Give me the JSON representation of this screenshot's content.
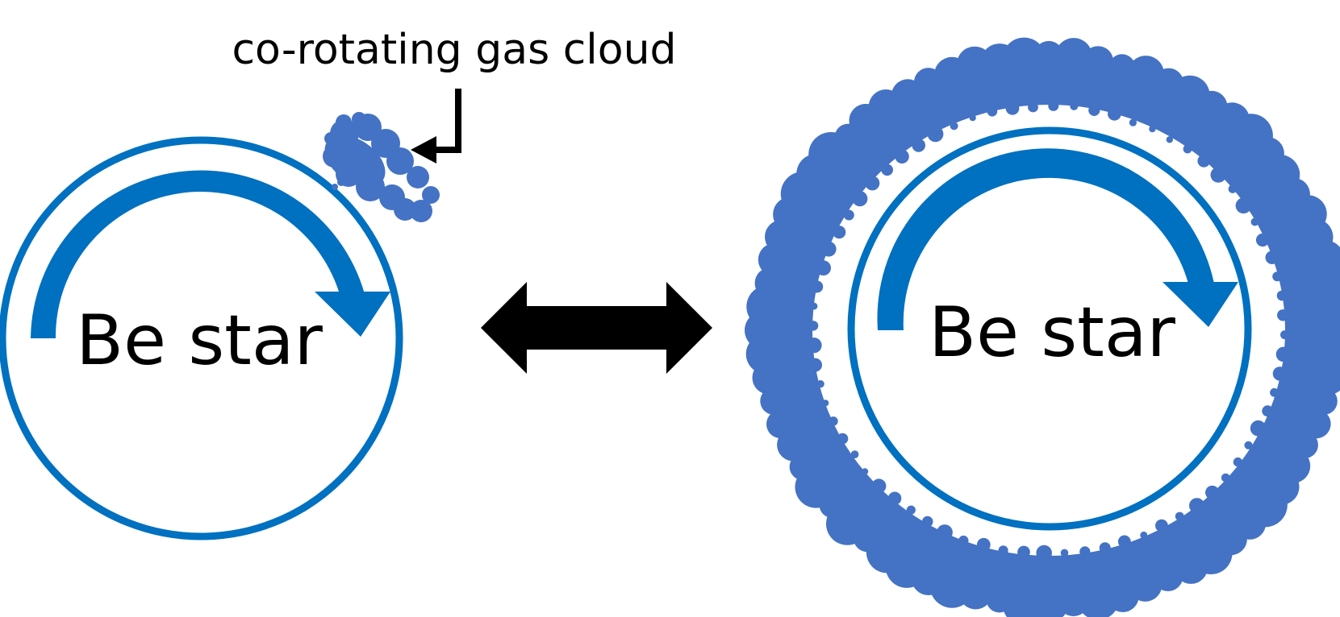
{
  "colors": {
    "star_outline": "#0070c0",
    "gas": "#4472c4",
    "double_arrow": "#000000",
    "label": "#000000",
    "background": "#ffffff"
  },
  "diagram": {
    "left_panel": {
      "star_label": "Be star",
      "cloud_label": "co-rotating gas cloud",
      "rotation_icon": "clockwise-rotation-arrow",
      "cloud_icon": "gas-cloud"
    },
    "connector": {
      "icon": "double-headed-arrow"
    },
    "right_panel": {
      "star_label": "Be star",
      "rotation_icon": "clockwise-rotation-arrow",
      "ring_icon": "gas-ring"
    }
  }
}
